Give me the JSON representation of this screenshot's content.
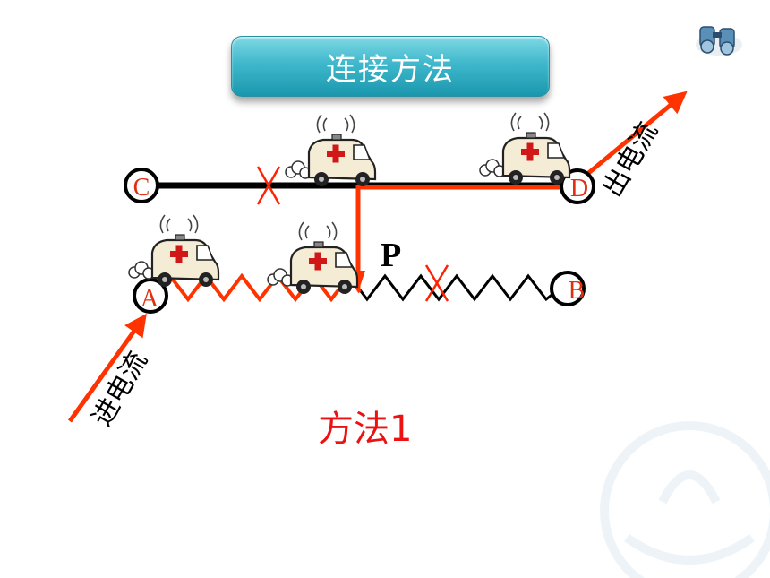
{
  "title": "连接方法",
  "terminals": {
    "a": "A",
    "b": "B",
    "c": "C",
    "d": "D"
  },
  "slider_label": "P",
  "current_in": "进电流",
  "current_out": "出电流",
  "method_label": "方法1",
  "colors": {
    "current_path": "#ff3300",
    "rod": "#000000",
    "method_text": "#ee1111",
    "title_bg": "#2fb0c4",
    "cross": "#ff2200"
  },
  "icons": [
    "ambulance-icon",
    "binoculars-icon",
    "cross-mark-icon"
  ]
}
